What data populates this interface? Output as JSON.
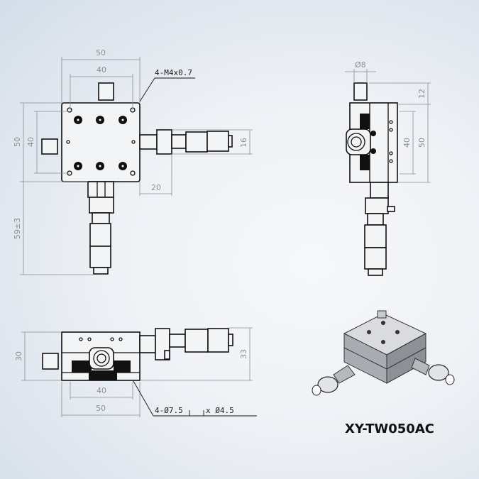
{
  "top_view": {
    "width_outer": "50",
    "width_inner": "40",
    "thread_callout": "4-M4x0.7",
    "height_outer": "50",
    "height_inner": "40",
    "micrometer_dia": "16",
    "micrometer_offset": "20",
    "travel": "59±3"
  },
  "side_view": {
    "knob_dia": "Ø8",
    "knob_height": "12",
    "height_inner": "40",
    "height_outer": "50"
  },
  "front_view": {
    "height": "30",
    "height_total": "33",
    "width_inner": "40",
    "width_outer": "50",
    "hole_callout_a": "4-Ø7.5",
    "hole_callout_b": "x Ø4.5"
  },
  "product": {
    "model": "XY-TW050AC"
  }
}
